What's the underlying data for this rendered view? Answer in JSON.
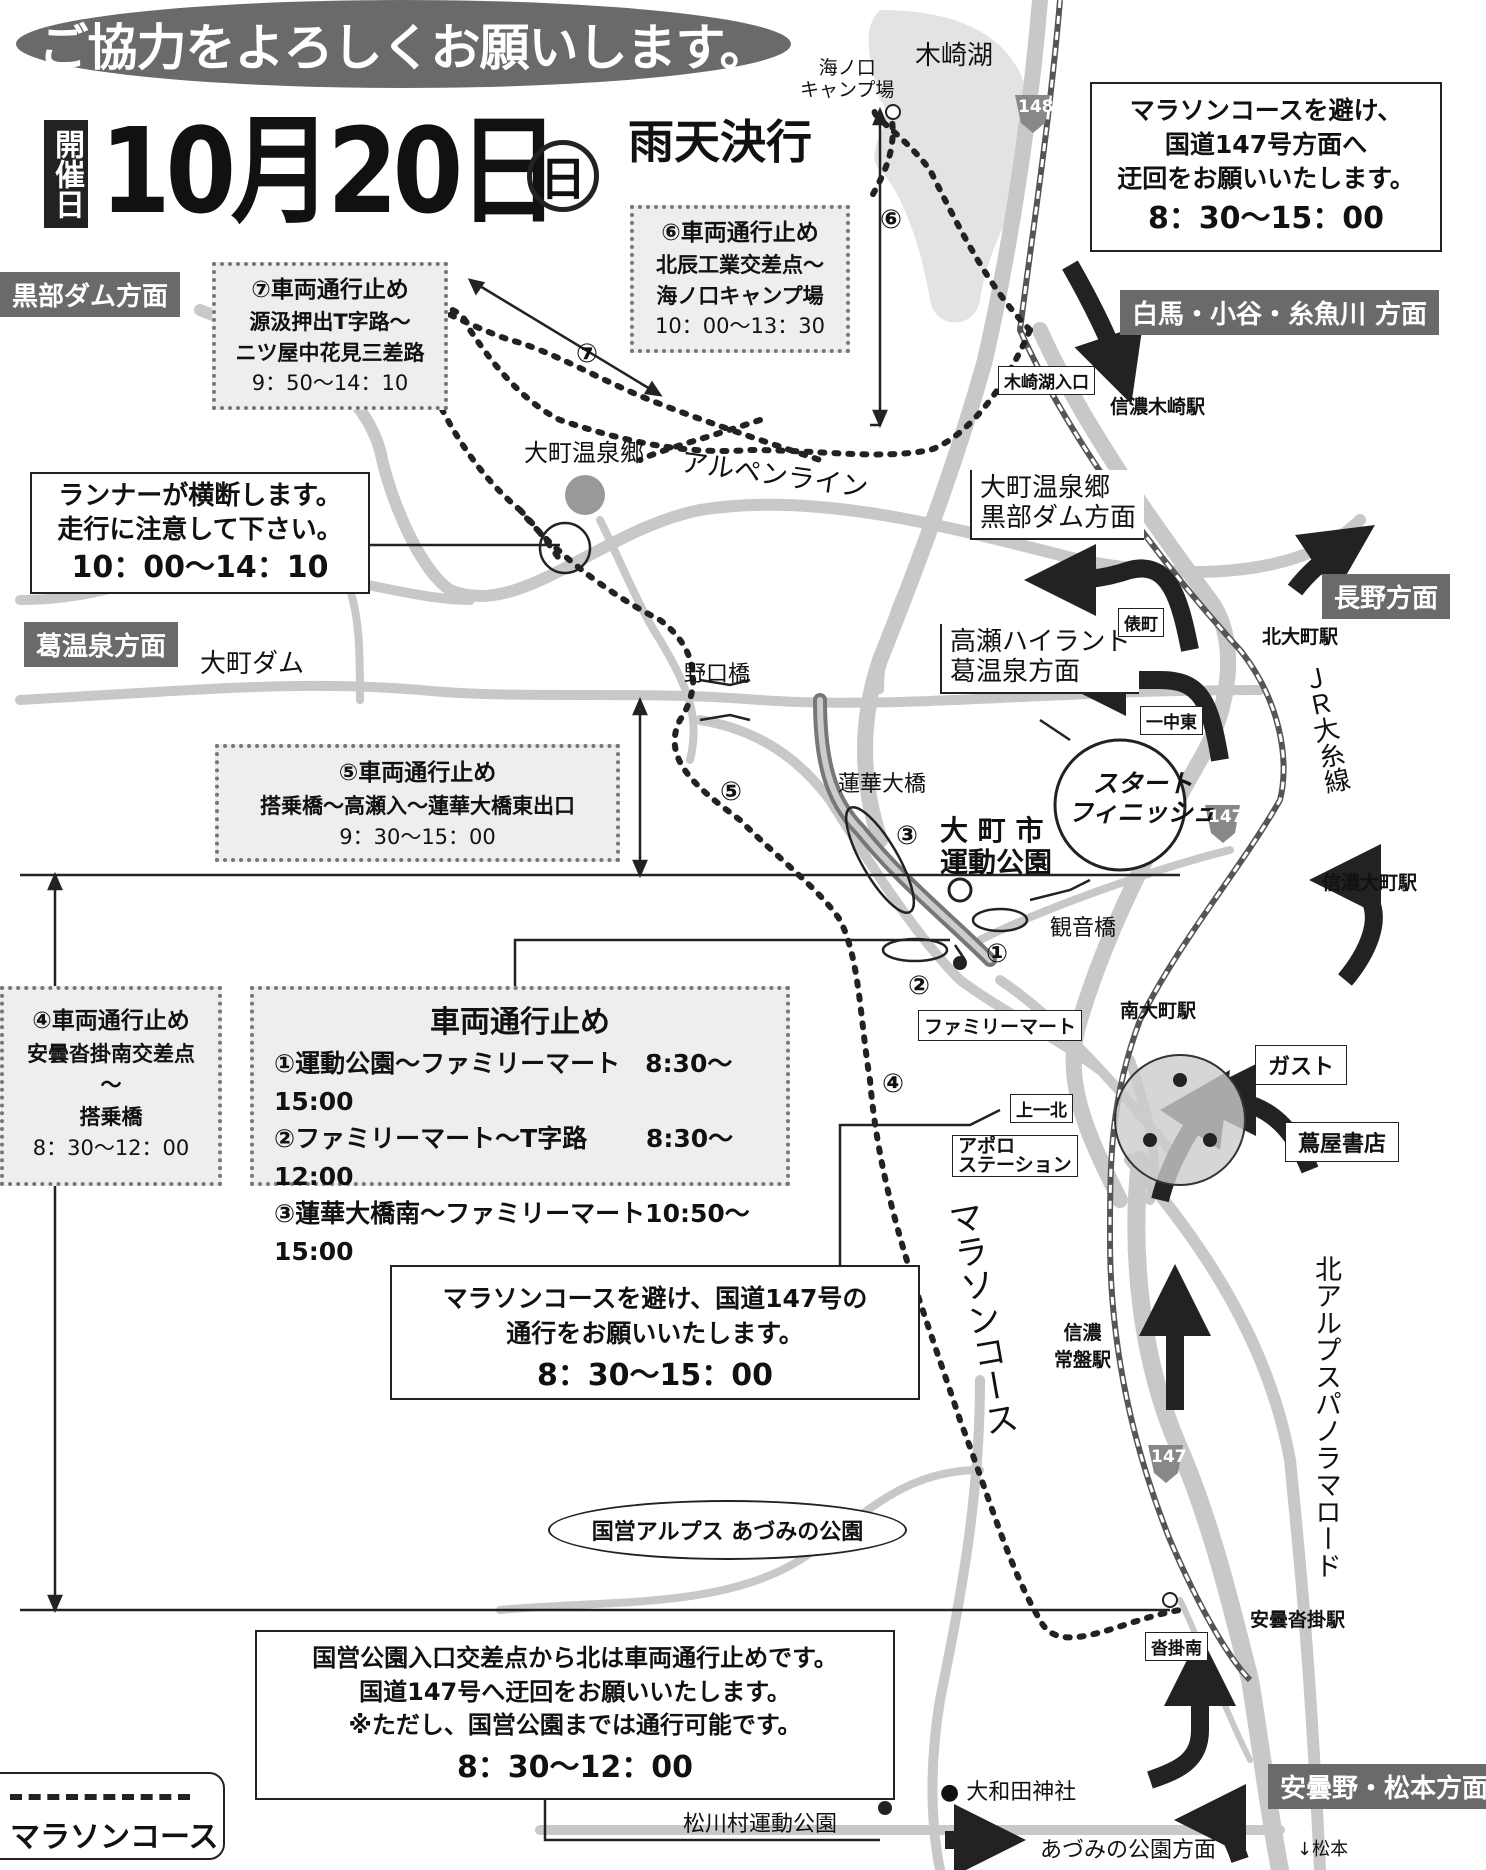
{
  "header": {
    "banner": "ご協力をよろしくお願いします。",
    "date_label": "開催日",
    "date": "10月20日",
    "weekday": "日",
    "rain_note": "雨天決行"
  },
  "places": {
    "lake": "木崎湖",
    "camp": "海ノ口\nキャンプ場",
    "onsen": "大町温泉郷",
    "alpen": "アルペンライン",
    "dam": "大町ダム",
    "noguchi": "野口橋",
    "renge": "蓮華大橋",
    "park": "大 町 市\n運動公園",
    "kannon": "観音橋",
    "start": "スタート\nフィニッシュ",
    "national_park": "国営アルプス あづみの公園",
    "owada": "● 大和田神社",
    "matsukawa": "松川村運動公園",
    "azumino_dir": "あづみの公園方面",
    "matsumoto": "↓松本",
    "panorama": "北アルプスパノラマロード",
    "jr": "ＪＲ大糸線",
    "marathon_course": "マラソンコース"
  },
  "directions": {
    "kurobe": "黒部ダム方面",
    "kuzu": "葛温泉方面",
    "hakuba": "白馬・小谷・糸魚川 方面",
    "nagano": "長野方面",
    "azumino_matsumoto": "安曇野・松本方面",
    "onsen_kurobe": "大町温泉郷\n黒部ダム方面",
    "takase": "高瀬ハイランド\n葛温泉方面"
  },
  "stations": {
    "kizaki": "信濃木崎駅",
    "kitaomachi": "北大町駅",
    "shinano_omachi": "信濃大町駅",
    "minami_omachi": "南大町駅",
    "tokiwa": "信濃\n常盤駅",
    "azumi_kutsukake": "安曇沓掛駅"
  },
  "signs": {
    "kizakiko": "木崎湖入口",
    "tawaramachi": "俵町",
    "ichuhigashi": "一中東",
    "family_mart": "ファミリーマート",
    "kamiichikita": "上一北",
    "apollo": "アポロ\nステーション",
    "gusto": "ガスト",
    "tsutaya": "蔦屋書店",
    "kutsukake": "沓掛南"
  },
  "routes": {
    "r148": "148",
    "r147a": "147",
    "r147b": "147"
  },
  "markers": {
    "m1": "①",
    "m2": "②",
    "m3": "③",
    "m4": "④",
    "m5": "⑤",
    "m6": "⑥",
    "m7": "⑦"
  },
  "notices": {
    "n6": {
      "title": "⑥車両通行止め",
      "l1": "北辰工業交差点～",
      "l2": "海ノ口キャンプ場",
      "time": "10：00～13：30"
    },
    "n7": {
      "title": "⑦車両通行止め",
      "l1": "源汲押出T字路～",
      "l2": "ニツ屋中花見三差路",
      "time": "9：50～14：10"
    },
    "n5": {
      "title": "⑤車両通行止め",
      "l1": "搭乗橋～高瀬入～蓮華大橋東出口",
      "time": "9：30～15：00"
    },
    "n4": {
      "title": "④車両通行止め",
      "l1": "安曇沓掛南交差点",
      "l2": "～",
      "l3": "搭乗橋",
      "time": "8：30～12：00"
    },
    "main": {
      "title": "車両通行止め",
      "r1": "①運動公園～ファミリーマート　8:30～15:00",
      "r2": "②ファミリーマート～T字路　　 8:30～12:00",
      "r3": "③蓮華大橋南～ファミリーマート10:50～15:00"
    },
    "runner": {
      "l1": "ランナーが横断します。",
      "l2": "走行に注意して下さい。",
      "time": "10：00～14：10"
    },
    "detour_top": {
      "l1": "マラソンコースを避け、",
      "l2": "国道147号方面へ",
      "l3": "迂回をお願いいたします。",
      "time": "8：30～15：00"
    },
    "detour_mid": {
      "l1": "マラソンコースを避け、国道147号の",
      "l2": "通行をお願いいたします。",
      "time": "8：30～15：00"
    },
    "detour_bottom": {
      "l1": "国営公園入口交差点から北は車両通行止めです。",
      "l2": "国道147号へ迂回をお願いいたします。",
      "l3": "※ただし、国営公園までは通行可能です。",
      "time": "8：30～12：00"
    }
  },
  "legend": {
    "label": "マラソンコース"
  },
  "colors": {
    "road": "#c8c8c8",
    "tag": "#6a6a6a",
    "arrow": "#222222",
    "notice_bg": "#eeeeee"
  }
}
